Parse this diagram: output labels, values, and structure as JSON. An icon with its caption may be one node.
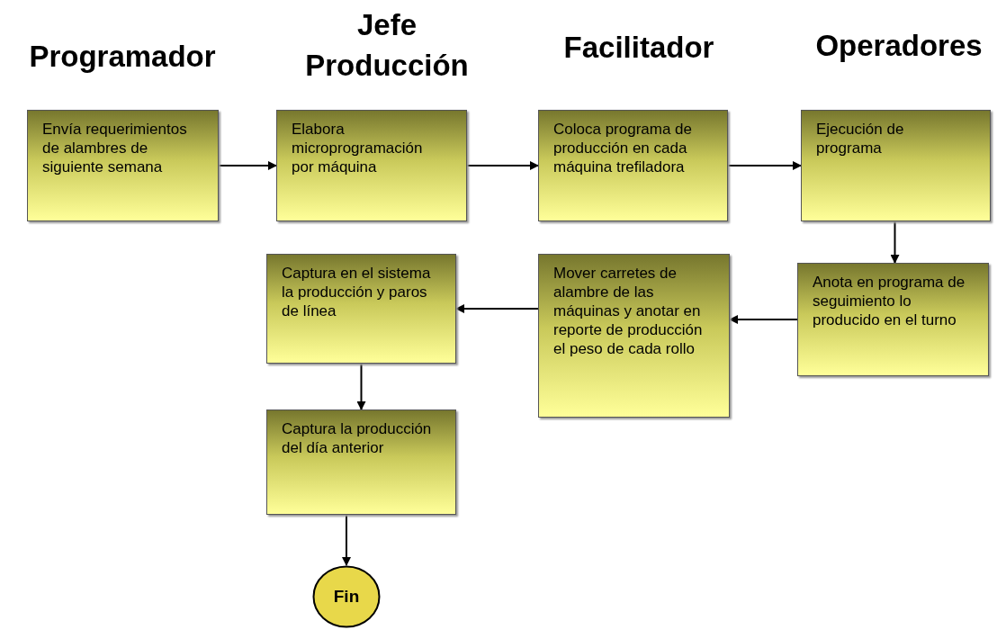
{
  "diagram": {
    "nodes": [
      {
        "text": [
          "Envía requerimientos de alambres de siguiente semana"
        ]
      },
      {
        "text": [
          "Elabora microprogramación por máquina"
        ]
      },
      {
        "text": [
          "Coloca programa de producción en cada máquina trefiladora"
        ]
      },
      {
        "text": [
          "Ejecución de programa"
        ]
      },
      {
        "text": [
          "Anota en programa de seguimiento lo producido en el turno"
        ]
      },
      {
        "text": [
          "Mover carretes de alambre de las máquinas y anotar en reporte de producción el peso de cada rollo"
        ]
      },
      {
        "text": [
          "Captura en el sistema la producción y paros de línea"
        ]
      },
      {
        "text": [
          "Captura la producción del día anterior"
        ]
      },
      {
        "text": [
          "Fin"
        ]
      }
    ],
    "edges": [
      {
        "from": 0,
        "to": 1,
        "arrow": "to"
      },
      {
        "from": 1,
        "to": 2,
        "arrow": "to"
      },
      {
        "from": 2,
        "to": 3,
        "arrow": "to"
      },
      {
        "from": 3,
        "to": 4,
        "arrow": "to"
      },
      {
        "from": 4,
        "to": 5,
        "arrow": "to"
      },
      {
        "from": 5,
        "to": 6,
        "arrow": "to"
      },
      {
        "from": 6,
        "to": 7,
        "arrow": "to"
      },
      {
        "from": 7,
        "to": 8,
        "arrow": "to"
      }
    ],
    "labels": [
      "Programador",
      "Jefe Producción",
      "Facilitador",
      "Operadores"
    ]
  }
}
